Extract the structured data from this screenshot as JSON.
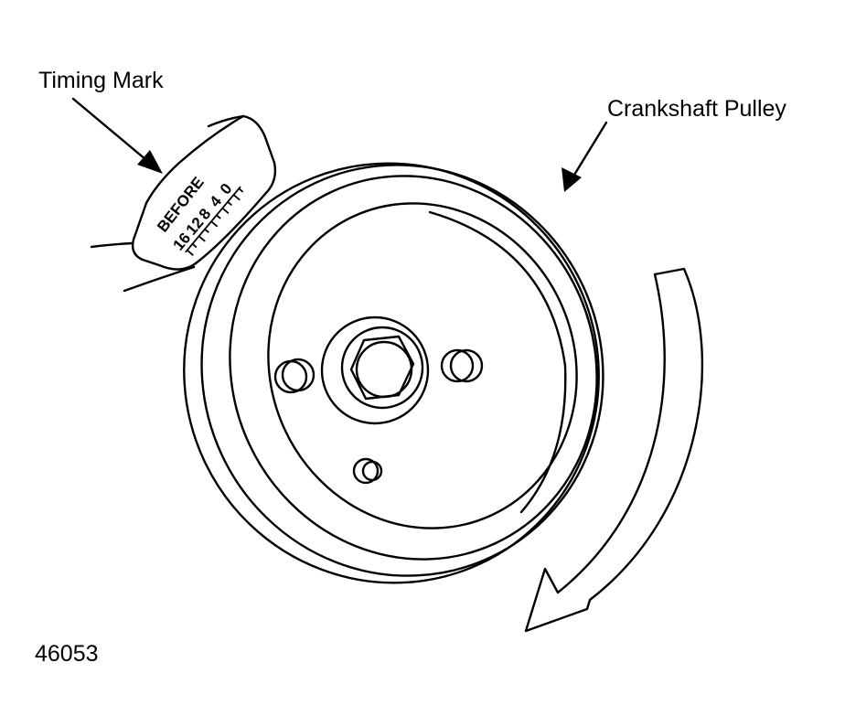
{
  "labels": {
    "timing_mark": "Timing Mark",
    "crankshaft_pulley": "Crankshaft Pulley",
    "figure_id": "46053"
  },
  "timing_scale": {
    "word": "BEFORE",
    "numbers": [
      "16",
      "12",
      "8",
      "4",
      "0"
    ]
  },
  "colors": {
    "line": "#000000",
    "background": "#ffffff"
  }
}
